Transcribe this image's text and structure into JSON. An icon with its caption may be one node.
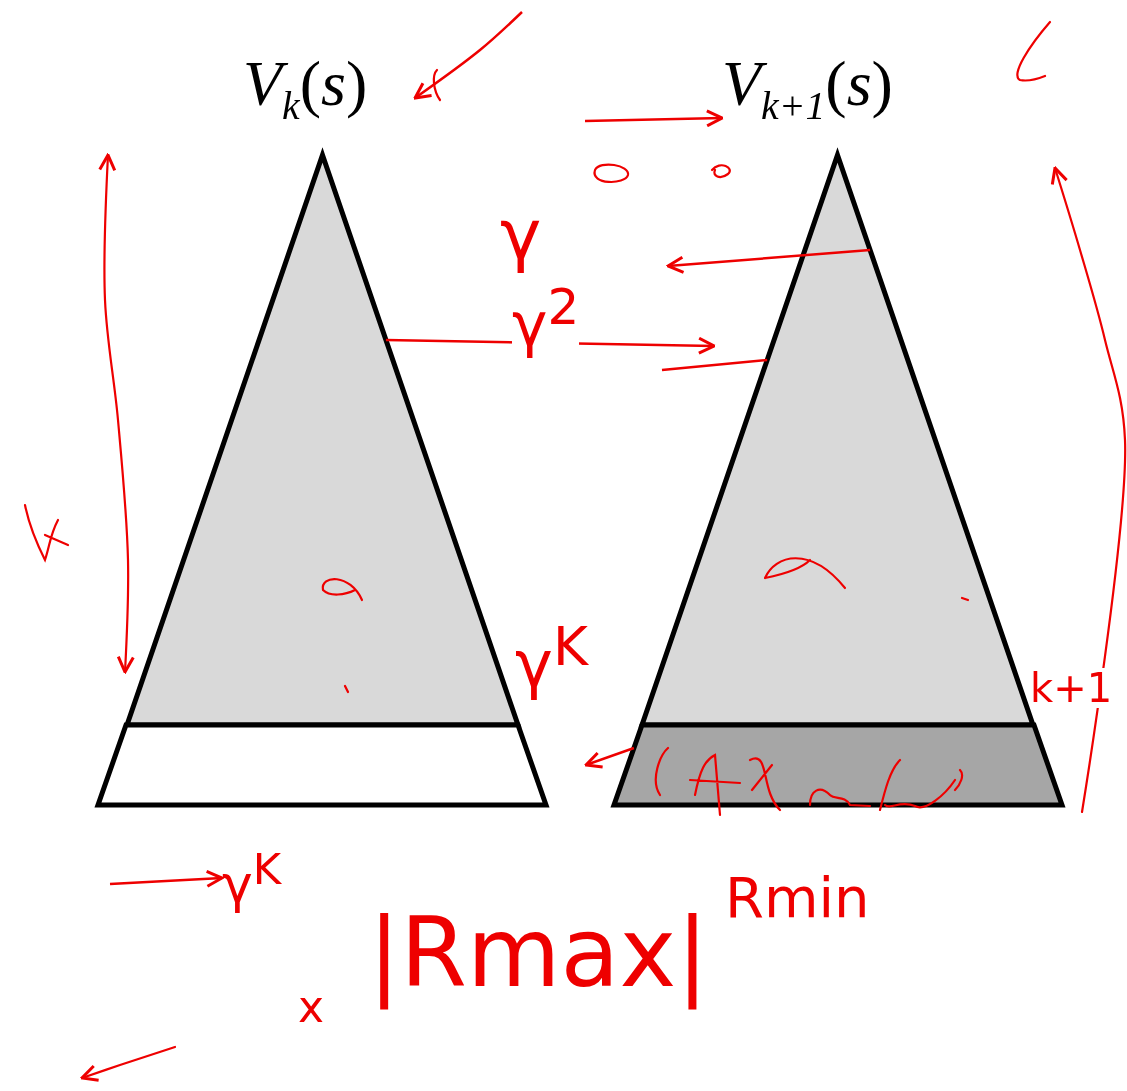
{
  "diagram": {
    "nodes": [
      {
        "text": [
          "*V*$_{k}$(*s*)"
        ]
      },
      {
        "text": [
          "*V*$_{k+1}$(*s*)"
        ]
      },
      {
        "text": [],
        "shape": "triangle"
      },
      {
        "text": [],
        "shape": "trapezoid"
      },
      {
        "text": [],
        "shape": "triangle"
      },
      {
        "text": [],
        "shape": "trapezoid"
      },
      {
        "text": [
          "γ$^{K}$"
        ]
      }
    ],
    "edges": [
      {
        "from": null,
        "to": 1,
        "arrow": "to"
      },
      {
        "from": null,
        "to": 0,
        "arrow": "to"
      },
      {
        "from": 4,
        "to": null,
        "arrow": "to"
      },
      {
        "from": 2,
        "to": null,
        "arrow": "to"
      },
      {
        "from": 4,
        "to": null,
        "arrow": "none"
      },
      {
        "from": 5,
        "to": null,
        "arrow": "to"
      },
      {
        "from": null,
        "to": 6,
        "arrow": "to"
      }
    ],
    "labels": [
      "γ",
      "γ$^{2}$",
      "γ$^{K}$",
      "k+1",
      "x",
      "|Rmax|",
      "Rmin"
    ]
  }
}
